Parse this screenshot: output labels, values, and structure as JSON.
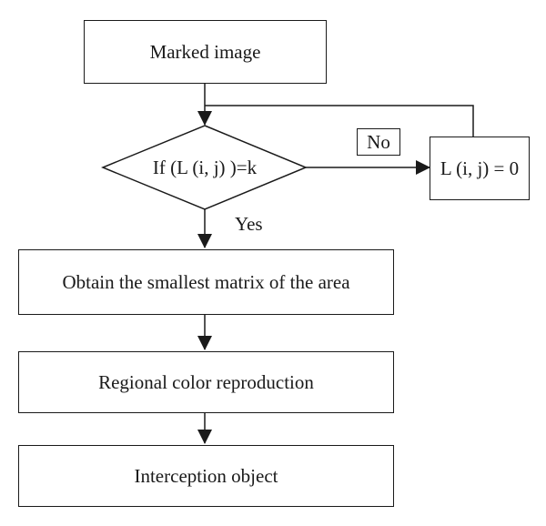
{
  "nodes": {
    "start": "Marked image",
    "decision": "If (L (i, j) )=k",
    "no_action": "L (i, j) = 0",
    "step1": "Obtain the smallest matrix of the area",
    "step2": "Regional color reproduction",
    "step3": "Interception object"
  },
  "edges": {
    "no_label": "No",
    "yes_label": "Yes"
  },
  "colors": {
    "line": "#1a1a1a",
    "background": "#ffffff"
  }
}
